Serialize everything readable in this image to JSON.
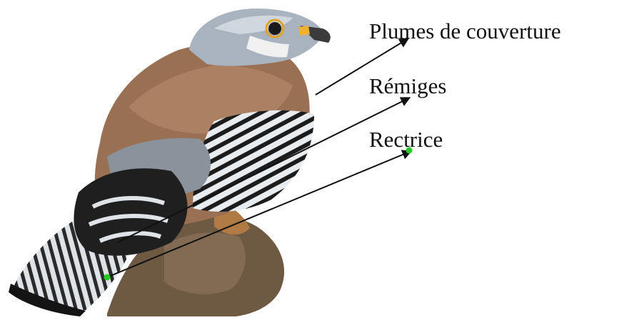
{
  "labels": {
    "covert": "Plumes de couverture",
    "remiges": "Rémiges",
    "rectrice": "Rectrice"
  },
  "colors": {
    "arrow": "#111111",
    "marker": "#22cc22",
    "back_plumage": "#9a7055",
    "head_plumage": "#a9b3bf",
    "perch": "#6e5a43",
    "tail_band": "#141414"
  },
  "icons": {
    "bird": "kestrel-illustration",
    "arrowhead": "triangle-arrowhead"
  }
}
